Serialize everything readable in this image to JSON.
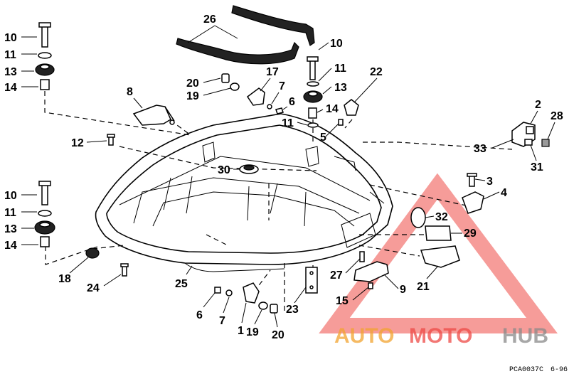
{
  "colors": {
    "line": "#000000",
    "watermark_red": "#ee4a46",
    "watermark_orange": "#f2a330",
    "watermark_grey": "#8a8a8a"
  },
  "callouts": {
    "c26": "26",
    "c10a": "10",
    "c11a": "11",
    "c13a": "13",
    "c14a": "14",
    "c10b": "10",
    "c11b": "11",
    "c13b": "13",
    "c14b": "14",
    "c10c": "10",
    "c11c": "11",
    "c13c": "13",
    "c14c": "14",
    "c8": "8",
    "c20a": "20",
    "c19a": "19",
    "c17": "17",
    "c7a": "7",
    "c6a": "6",
    "c22": "22",
    "c5": "5",
    "c12": "12",
    "c2": "2",
    "c28": "28",
    "c33": "33",
    "c31": "31",
    "c30": "30",
    "c3": "3",
    "c4": "4",
    "c32": "32",
    "c29": "29",
    "c21": "21",
    "c18": "18",
    "c24": "24",
    "c25": "25",
    "c27": "27",
    "c9": "9",
    "c15": "15",
    "c23": "23",
    "c6b": "6",
    "c7b": "7",
    "c1": "1",
    "c19b": "19",
    "c20b": "20"
  },
  "watermark": {
    "part1": "AUTO",
    "part2": "MOTO",
    "part3": "HUB"
  },
  "footer": {
    "code": "PCA0037C",
    "date": "6-96"
  }
}
